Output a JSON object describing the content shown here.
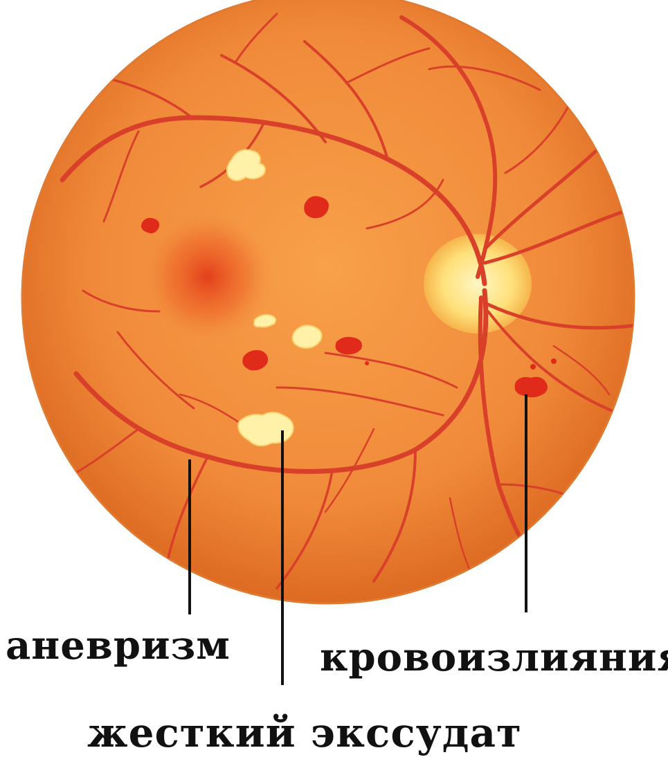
{
  "labels": {
    "aneurysm": "аневризм",
    "hemorrhage": "кровоизлияния",
    "hard_exudate": "жесткий экссудат"
  },
  "colors": {
    "background": "#ffffff",
    "fundus": "#f08a3a",
    "fundus_edge": "#d9601c",
    "vessel": "#d8402a",
    "optic_disc": "#ffe07a",
    "macula": "#e8401c",
    "exudate": "#fff1a8",
    "hemorrhage": "#e02a1a",
    "leader_line": "#111111",
    "text": "#111111"
  }
}
